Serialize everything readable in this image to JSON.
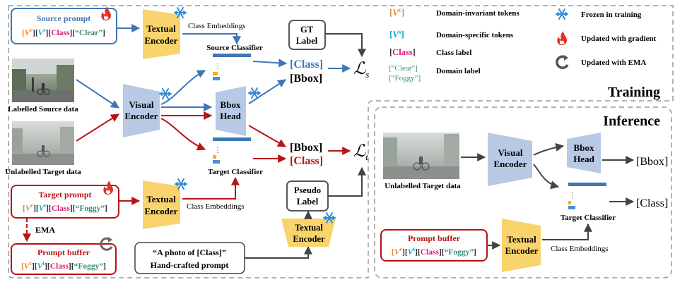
{
  "colors": {
    "blue": "#3f76b5",
    "red": "#b81414",
    "encoder_yellow": "#f9d36b",
    "encoder_blue": "#b8c9e6",
    "pink": "#d81b7a",
    "cyan": "#1aa3c9",
    "orange": "#e98a2f",
    "green_text": "#3c8a7a",
    "gray": "#555555",
    "panel_border": "#999999"
  },
  "source_prompt": {
    "title": "Source prompt",
    "tokens": [
      "[",
      "V",
      "c",
      "][",
      "V",
      "s",
      "][",
      "Class",
      "][",
      "“Clear”",
      "]"
    ]
  },
  "target_prompt": {
    "title": "Target prompt",
    "domain": "“Foggy”"
  },
  "prompt_buffer": {
    "title": "Prompt buffer",
    "domain": "“Foggy”"
  },
  "ema_label": "EMA",
  "textual_encoder": [
    "Textual",
    "Encoder"
  ],
  "visual_encoder": [
    "Visual",
    "Encoder"
  ],
  "bbox_head": [
    "Bbox",
    "Head"
  ],
  "gt_label": [
    "GT",
    "Label"
  ],
  "pseudo_label": [
    "Pseudo",
    "Label"
  ],
  "class_embeddings": "Class Embeddings",
  "source_classifier": "Source Classifier",
  "target_classifier": "Target Classifier",
  "class_out": "[Class]",
  "bbox_out": "[Bbox]",
  "loss_s": "ℒ",
  "loss_s_sub": "s",
  "loss_t_sub": "t",
  "labelled_source": "Labelled Source data",
  "unlabelled_target": "Unlabelled Target data",
  "hand_crafted": [
    "“A photo of [Class]”",
    "Hand-crafted prompt"
  ],
  "legend": {
    "vc": "Domain-invariant tokens",
    "vs": "Domain-specific tokens",
    "class": "Class label",
    "domain_tokens": [
      "[“Clear”]",
      "[“Foggy”]"
    ],
    "domain": "Domain label",
    "frozen": "Frozen in training",
    "updated_grad": "Updated with gradient",
    "updated_ema": "Updated with EMA",
    "class_token": "[Class]"
  },
  "training_title": "Training",
  "inference_title": "Inference"
}
